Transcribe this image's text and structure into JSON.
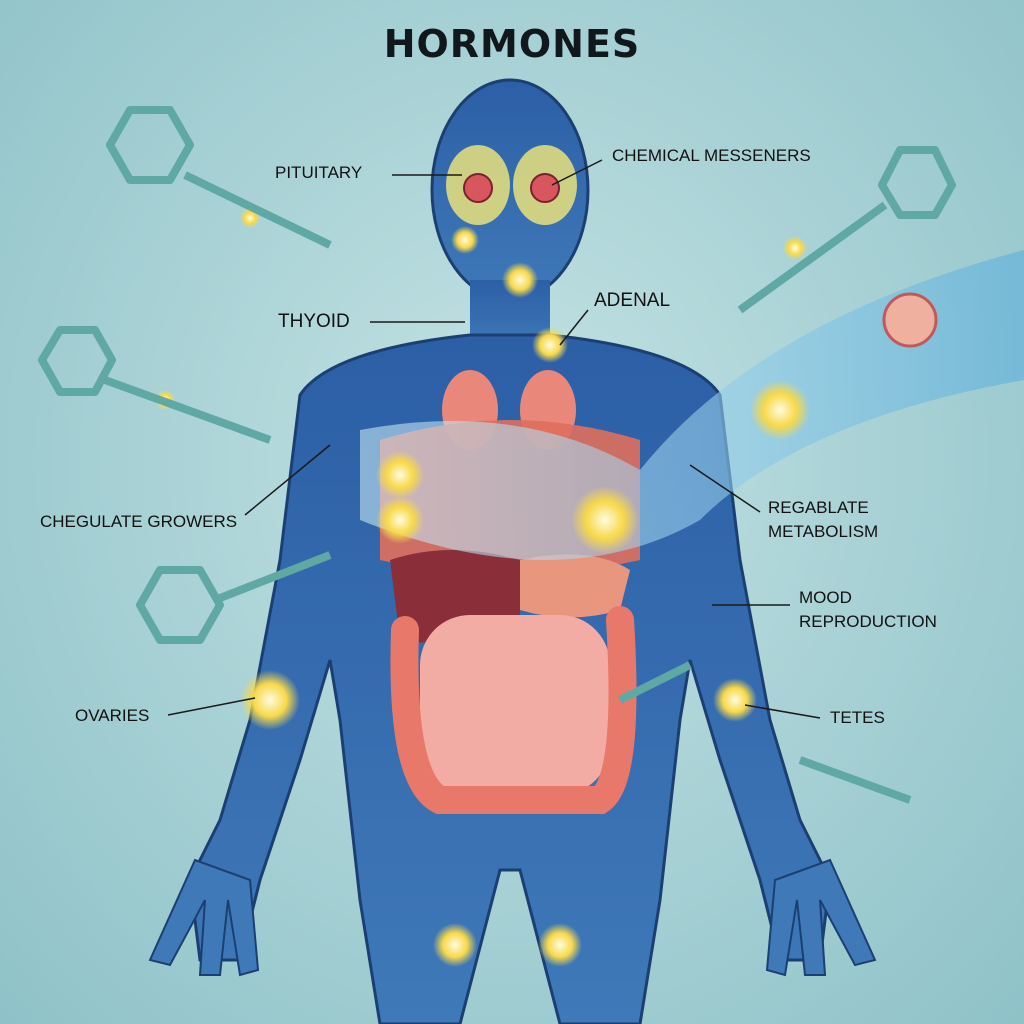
{
  "title": "HORMONES",
  "labels": {
    "pituitary": "PITUITARY",
    "chemical_messengers": "CHEMICAL MESSENERS",
    "adrenal": "ADENAL",
    "thyroid": "THYOID",
    "regulate_growth": "CHEGULATE  GROWERS",
    "regulate_metabolism_line1": "REGABLATE",
    "regulate_metabolism_line2": "METABOLISM",
    "mood_line1": "MOOD",
    "mood_line2": "REPRODUCTION",
    "ovaries": "OVARIES",
    "testes": "TETES"
  },
  "colors": {
    "background": "#a9d3d6",
    "body": "#2f64a8",
    "organ": "#e9887a",
    "gland": "#f6e06a",
    "key": "#6fb3ad",
    "stream": "#8fd3ec"
  }
}
